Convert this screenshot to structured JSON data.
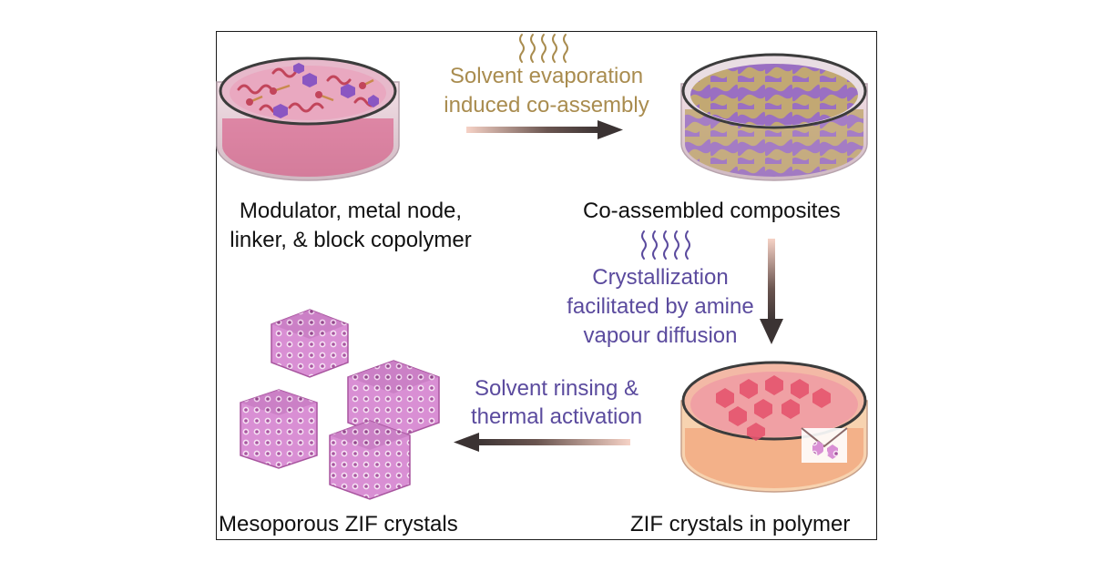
{
  "colors": {
    "step1_text": "#a98c4f",
    "step2_text": "#5b4b9e",
    "step3_text": "#5b4b9e",
    "label_text": "#111111",
    "frame": "#1a1a1a"
  },
  "steps": [
    {
      "lines": [
        "Solvent evaporation",
        "induced co-assembly"
      ]
    },
    {
      "lines": [
        "Crystallization",
        "facilitated by amine",
        "vapour diffusion"
      ]
    },
    {
      "lines": [
        "Solvent rinsing &",
        "thermal activation"
      ]
    }
  ],
  "stages": [
    {
      "lines": [
        "Modulator, metal node,",
        "linker, & block copolymer"
      ]
    },
    {
      "lines": [
        "Co-assembled composites"
      ]
    },
    {
      "lines": [
        "ZIF crystals in polymer"
      ]
    },
    {
      "lines": [
        "Mesoporous ZIF crystals"
      ]
    }
  ]
}
